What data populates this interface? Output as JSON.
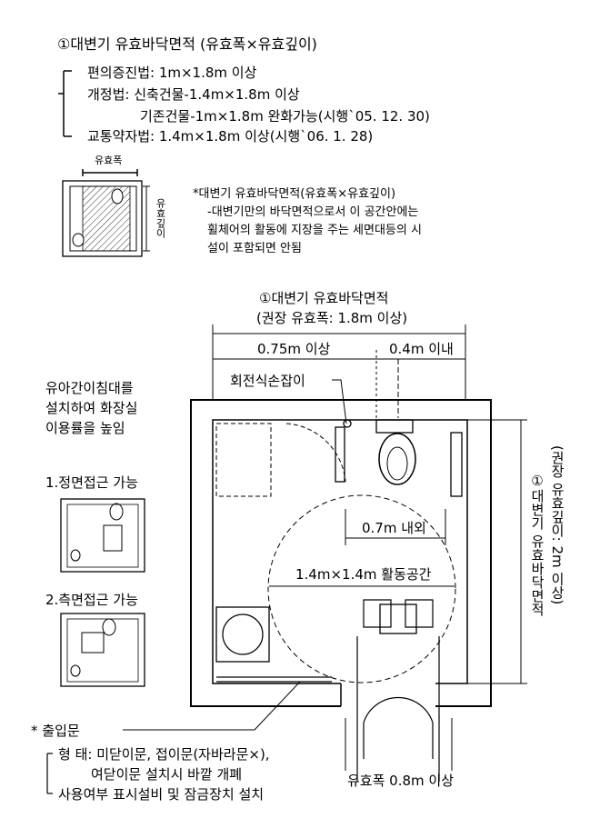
{
  "header": {
    "title": "①대변기 유효바닥면적 (유효폭×유효깊이)",
    "line1": "편의증진법: 1m×1.8m 이상",
    "line2": "개정법: 신축건물-1.4m×1.8m 이상",
    "line3": "기존건물-1m×1.8m 완화가능(시행`05. 12. 30)",
    "line4": "교통약자법: 1.4m×1.8m 이상(시행`06. 1. 28)"
  },
  "small_plan": {
    "width_label": "유효폭",
    "depth_label": "유효깊이"
  },
  "note": {
    "l1": "*대변기 유효바닥면적(유효폭×유효깊이)",
    "l2": "-대변기만의 바닥면적으로서 이 공간안에는",
    "l3": "휠체어의 활동에 지장을 주는 세면대등의 시",
    "l4": "설이 포함되면 안됨"
  },
  "main_plan": {
    "title1": "①대변기 유효바닥면적",
    "title2": "(권장 유효폭: 1.8m 이상)",
    "dim_075": "0.75m 이상",
    "dim_04": "0.4m 이내",
    "grab_bar": "회전식손잡이",
    "dim_07": "0.7m 내외",
    "activity": "1.4m×1.4m 활동공간",
    "depth1": "①대변기 유효바닥면적",
    "depth2": "(권장 유효깊이: 2m 이상)",
    "door_width": "유효폭 0.8m 이상"
  },
  "left_notes": {
    "baby1": "유아간이침대를",
    "baby2": "설치하여 화장실",
    "baby3": "이용률을 높임",
    "front": "1.정면접근 가능",
    "side": "2.측면접근 가능"
  },
  "door_notes": {
    "heading": "* 출입문",
    "l1": "형   태: 미닫이문, 접이문(자바라문×),",
    "l2": "여닫이문 설치시 바깥 개폐",
    "l3": "사용여부 표시설비 및 잠금장치 설치"
  }
}
